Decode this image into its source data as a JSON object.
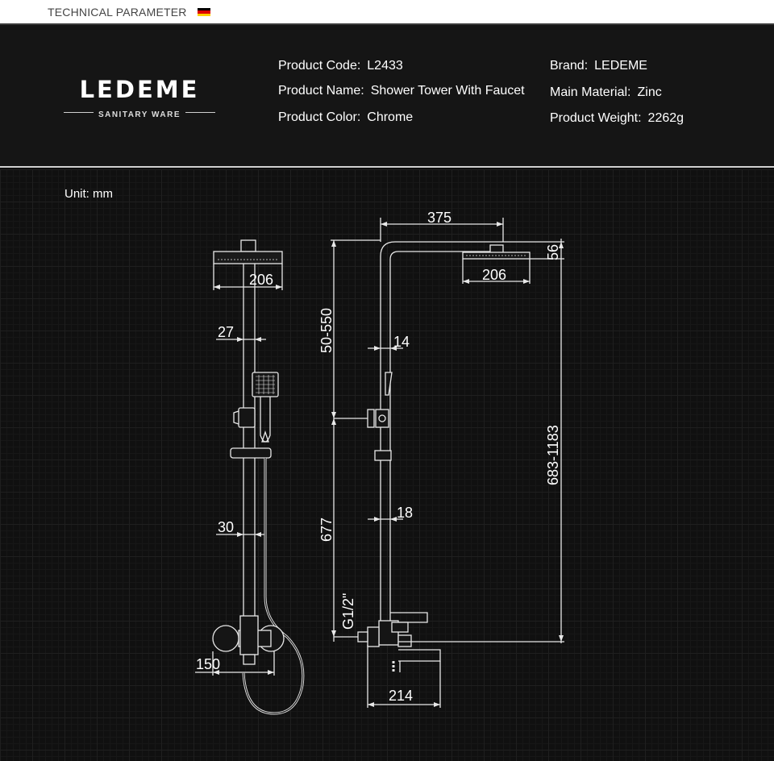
{
  "topbar": {
    "title": "TECHNICAL PARAMETER",
    "flag_colors": [
      "#000000",
      "#dd0000",
      "#ffce00"
    ]
  },
  "brand": {
    "logo_name": "LEDEME",
    "logo_tagline": "SANITARY WARE"
  },
  "specs": {
    "product_code": {
      "label": "Product Code:",
      "value": "L2433"
    },
    "product_name": {
      "label": "Product Name:",
      "value": "Shower Tower With Faucet"
    },
    "product_color": {
      "label": "Product Color:",
      "value": "Chrome"
    },
    "brand": {
      "label": "Brand:",
      "value": "LEDEME"
    },
    "main_material": {
      "label": "Main Material:",
      "value": "Zinc"
    },
    "product_weight": {
      "label": "Product Weight:",
      "value": "2262g"
    }
  },
  "drawing": {
    "unit": "Unit: mm",
    "front": {
      "head_width": "206",
      "rail_dia": "27",
      "pipe_dia": "30",
      "mixer_width": "150"
    },
    "side": {
      "arm_length": "375",
      "head_height": "56",
      "head_width": "206",
      "rail_adjust": "50-550",
      "rail_dia": "14",
      "pipe_dia": "18",
      "lower_height": "677",
      "thread": "G1/2\"",
      "total_height": "683-1183",
      "spout_length": "214"
    }
  }
}
